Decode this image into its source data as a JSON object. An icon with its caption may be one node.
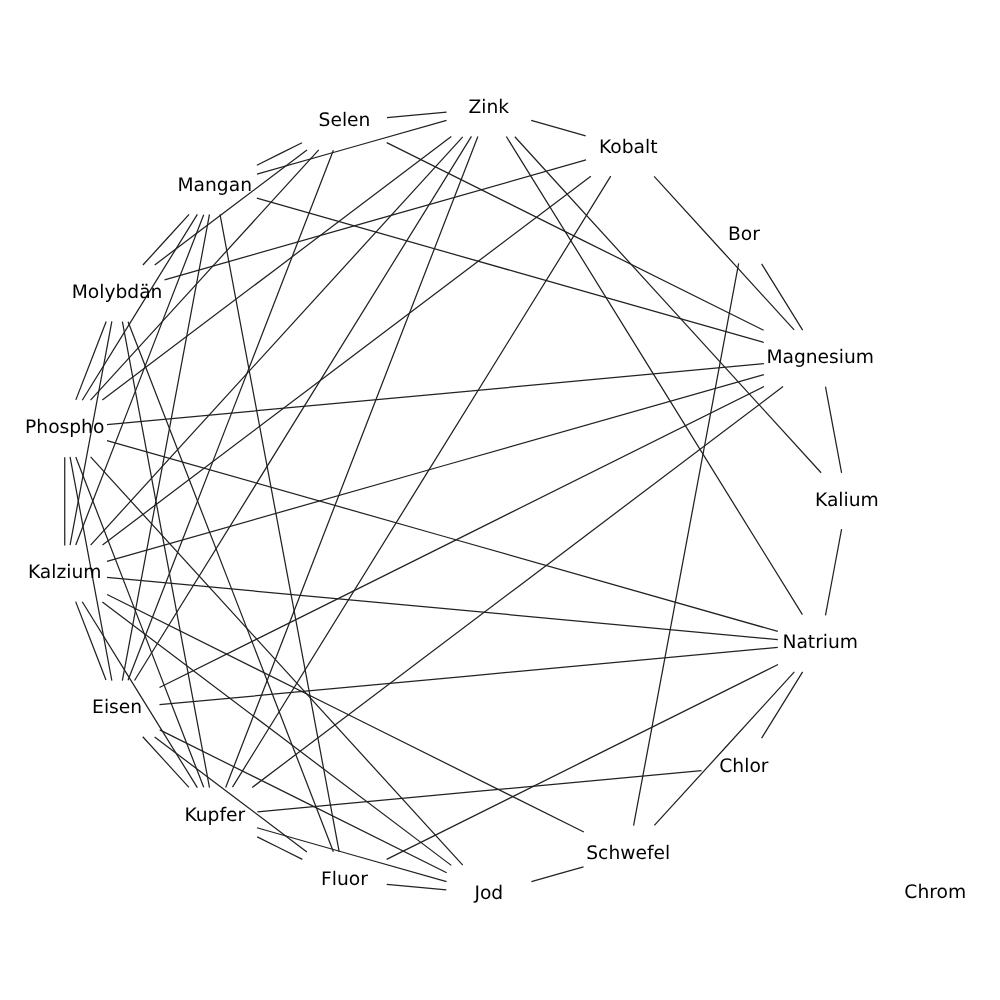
{
  "diagram": {
    "nodes": [
      {
        "text": [
          "Phospho"
        ]
      },
      {
        "text": [
          "Kobalt"
        ]
      },
      {
        "text": [
          "Eisen"
        ]
      },
      {
        "text": [
          "Chlor"
        ]
      },
      {
        "text": [
          "Selen"
        ]
      },
      {
        "text": [
          "Kalium"
        ]
      },
      {
        "text": [
          "Kalzium"
        ]
      },
      {
        "text": [
          "Bor"
        ]
      },
      {
        "text": [
          "Kupfer"
        ]
      },
      {
        "text": [
          "Mangan"
        ]
      },
      {
        "text": [
          "Natrium"
        ]
      },
      {
        "text": [
          "Molybdän"
        ]
      },
      {
        "text": [
          "Jod"
        ]
      },
      {
        "text": [
          "Chrom"
        ]
      },
      {
        "text": [
          "Magnesium"
        ]
      },
      {
        "text": [
          "Zink"
        ]
      },
      {
        "text": [
          "Fluor"
        ]
      },
      {
        "text": [
          "Schwefel"
        ]
      }
    ],
    "edges": [
      {
        "from": 0,
        "to": 14,
        "arrow": "none"
      },
      {
        "from": 0,
        "to": 15,
        "arrow": "none"
      },
      {
        "from": 0,
        "to": 12,
        "arrow": "none"
      },
      {
        "from": 0,
        "to": 11,
        "arrow": "none"
      },
      {
        "from": 0,
        "to": 10,
        "arrow": "none"
      },
      {
        "from": 0,
        "to": 8,
        "arrow": "none"
      },
      {
        "from": 0,
        "to": 6,
        "arrow": "none"
      },
      {
        "from": 0,
        "to": 2,
        "arrow": "none"
      },
      {
        "from": 0,
        "to": 4,
        "arrow": "none"
      },
      {
        "from": 0,
        "to": 9,
        "arrow": "none"
      },
      {
        "from": 1,
        "to": 15,
        "arrow": "none"
      },
      {
        "from": 1,
        "to": 11,
        "arrow": "none"
      },
      {
        "from": 1,
        "to": 8,
        "arrow": "none"
      },
      {
        "from": 1,
        "to": 6,
        "arrow": "none"
      },
      {
        "from": 1,
        "to": 14,
        "arrow": "none"
      },
      {
        "from": 2,
        "to": 16,
        "arrow": "none"
      },
      {
        "from": 2,
        "to": 15,
        "arrow": "none"
      },
      {
        "from": 2,
        "to": 14,
        "arrow": "none"
      },
      {
        "from": 2,
        "to": 12,
        "arrow": "none"
      },
      {
        "from": 2,
        "to": 10,
        "arrow": "none"
      },
      {
        "from": 2,
        "to": 9,
        "arrow": "none"
      },
      {
        "from": 2,
        "to": 8,
        "arrow": "none"
      },
      {
        "from": 2,
        "to": 6,
        "arrow": "none"
      },
      {
        "from": 2,
        "to": 4,
        "arrow": "none"
      },
      {
        "from": 3,
        "to": 10,
        "arrow": "none"
      },
      {
        "from": 3,
        "to": 8,
        "arrow": "none"
      },
      {
        "from": 4,
        "to": 14,
        "arrow": "none"
      },
      {
        "from": 4,
        "to": 15,
        "arrow": "none"
      },
      {
        "from": 4,
        "to": 9,
        "arrow": "none"
      },
      {
        "from": 4,
        "to": 11,
        "arrow": "none"
      },
      {
        "from": 5,
        "to": 14,
        "arrow": "none"
      },
      {
        "from": 5,
        "to": 10,
        "arrow": "none"
      },
      {
        "from": 5,
        "to": 15,
        "arrow": "none"
      },
      {
        "from": 6,
        "to": 12,
        "arrow": "none"
      },
      {
        "from": 6,
        "to": 11,
        "arrow": "none"
      },
      {
        "from": 6,
        "to": 10,
        "arrow": "none"
      },
      {
        "from": 6,
        "to": 9,
        "arrow": "none"
      },
      {
        "from": 6,
        "to": 8,
        "arrow": "none"
      },
      {
        "from": 6,
        "to": 14,
        "arrow": "none"
      },
      {
        "from": 6,
        "to": 15,
        "arrow": "none"
      },
      {
        "from": 6,
        "to": 17,
        "arrow": "none"
      },
      {
        "from": 7,
        "to": 17,
        "arrow": "none"
      },
      {
        "from": 7,
        "to": 14,
        "arrow": "none"
      },
      {
        "from": 8,
        "to": 15,
        "arrow": "none"
      },
      {
        "from": 8,
        "to": 16,
        "arrow": "none"
      },
      {
        "from": 8,
        "to": 14,
        "arrow": "none"
      },
      {
        "from": 8,
        "to": 11,
        "arrow": "none"
      },
      {
        "from": 8,
        "to": 12,
        "arrow": "none"
      },
      {
        "from": 9,
        "to": 14,
        "arrow": "none"
      },
      {
        "from": 9,
        "to": 16,
        "arrow": "none"
      },
      {
        "from": 9,
        "to": 15,
        "arrow": "none"
      },
      {
        "from": 9,
        "to": 11,
        "arrow": "none"
      },
      {
        "from": 10,
        "to": 16,
        "arrow": "none"
      },
      {
        "from": 10,
        "to": 15,
        "arrow": "none"
      },
      {
        "from": 10,
        "to": 17,
        "arrow": "none"
      },
      {
        "from": 11,
        "to": 16,
        "arrow": "none"
      },
      {
        "from": 12,
        "to": 16,
        "arrow": "none"
      },
      {
        "from": 12,
        "to": 17,
        "arrow": "none"
      }
    ]
  }
}
